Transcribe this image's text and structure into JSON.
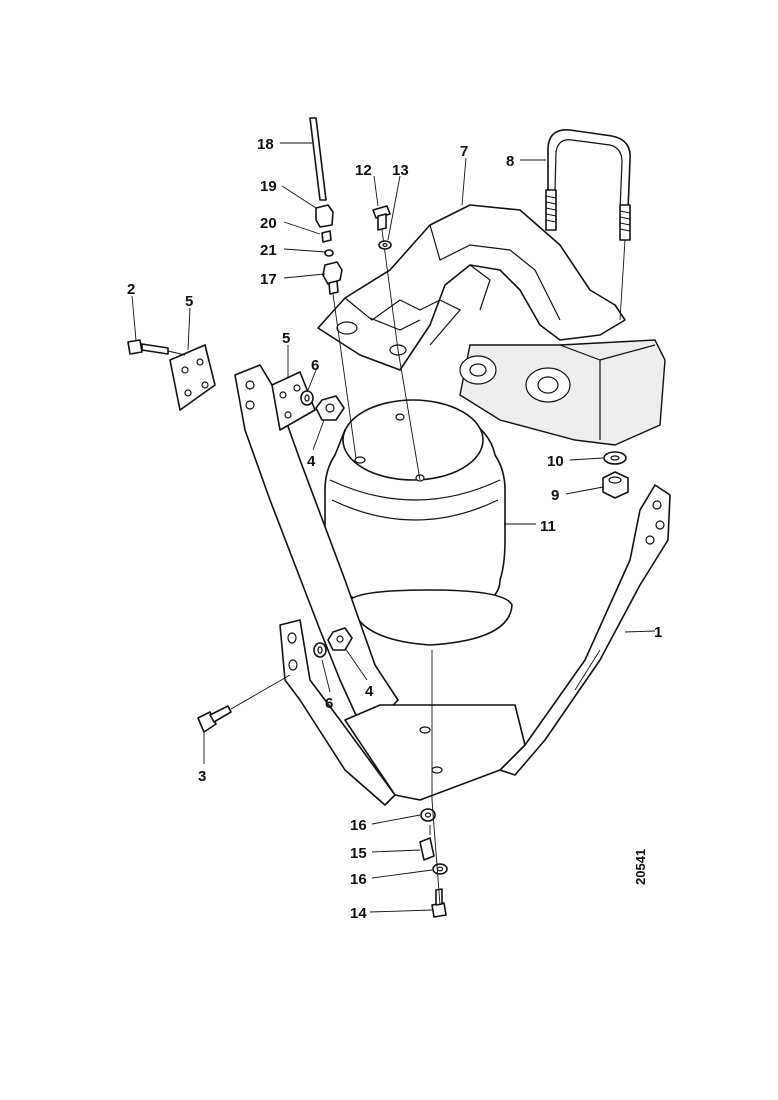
{
  "diagram": {
    "figure_code": "20541",
    "labels": {
      "p1": "1",
      "p2": "2",
      "p3": "3",
      "p4a": "4",
      "p4b": "4",
      "p5a": "5",
      "p5b": "5",
      "p6a": "6",
      "p6b": "6",
      "p7": "7",
      "p8": "8",
      "p9": "9",
      "p10": "10",
      "p11": "11",
      "p12": "12",
      "p13": "13",
      "p14": "14",
      "p15": "15",
      "p16a": "16",
      "p16b": "16",
      "p17": "17",
      "p18": "18",
      "p19": "19",
      "p20": "20",
      "p21": "21"
    }
  }
}
